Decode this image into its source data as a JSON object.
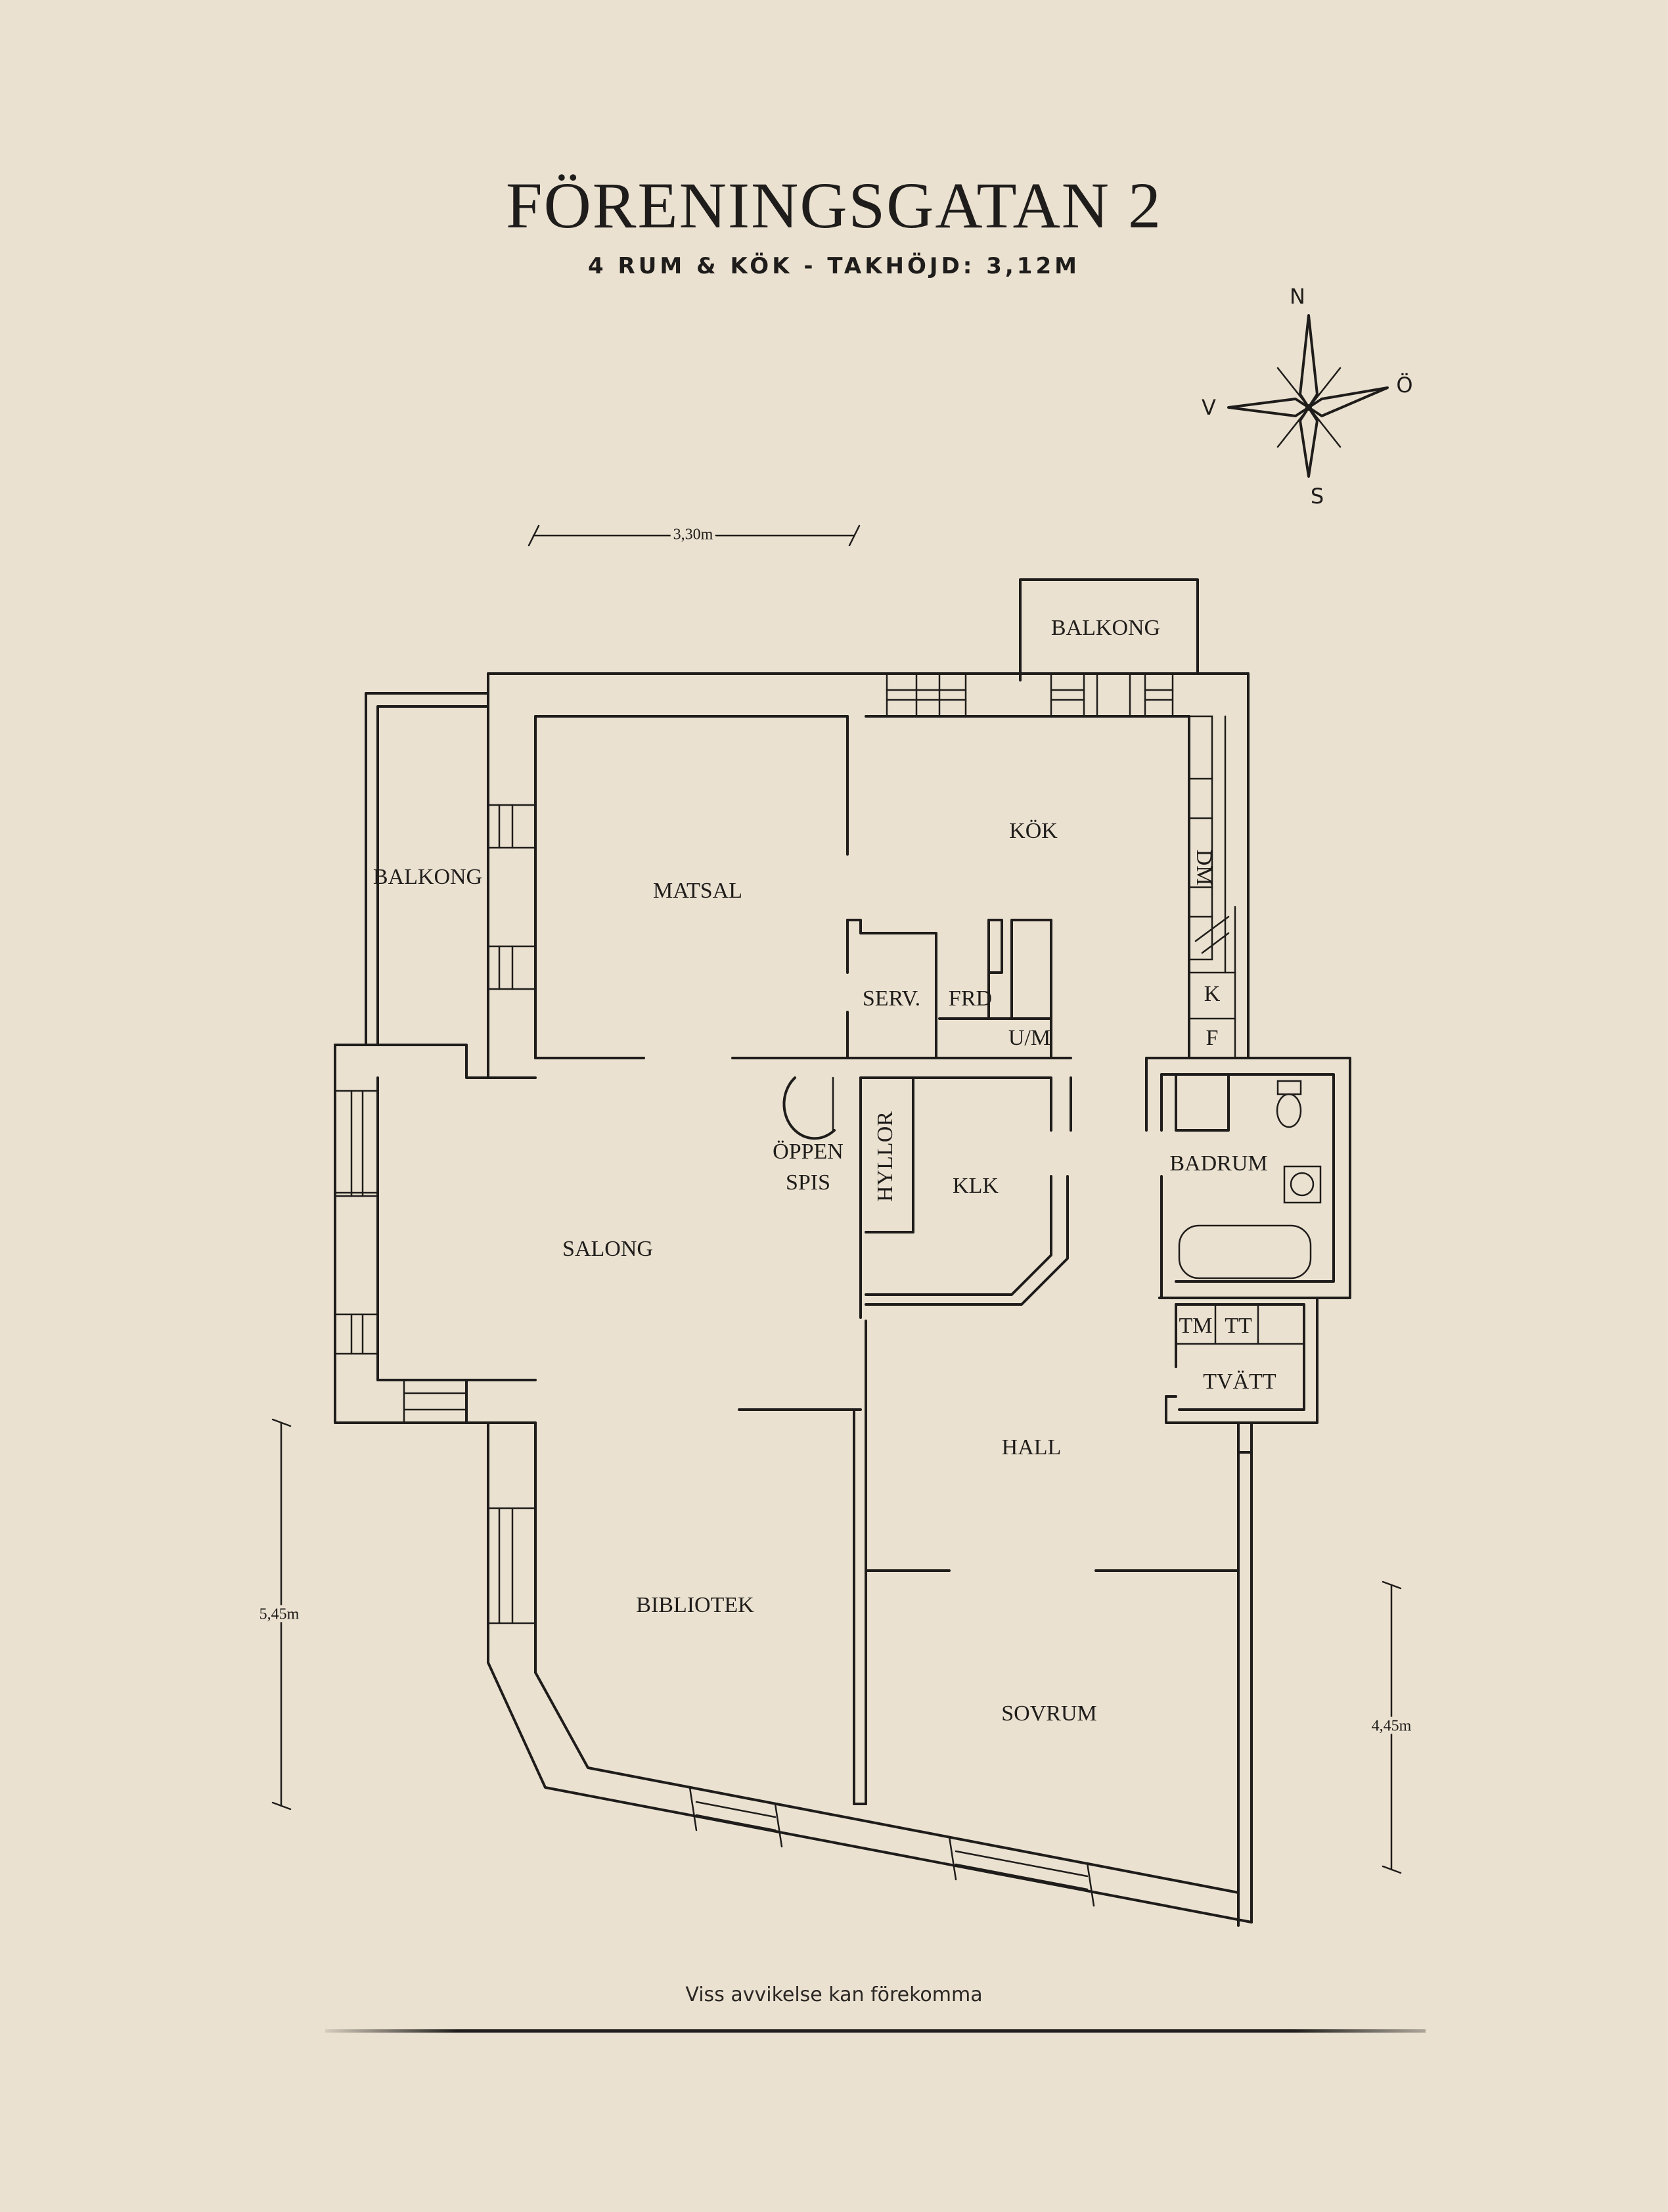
{
  "header": {
    "title": "FÖRENINGSGATAN 2",
    "subtitle": "4 RUM & KÖK  -  TAKHÖJD: 3,12M"
  },
  "compass": {
    "north": "N",
    "east": "Ö",
    "south": "S",
    "west": "V"
  },
  "dimensions": {
    "top_width": "3,30m",
    "left_height": "5,45m",
    "right_height": "4,45m"
  },
  "rooms": {
    "balkong_top": "BALKONG",
    "balkong_left": "BALKONG",
    "kok": "KÖK",
    "matsal": "MATSAL",
    "dm": "DM",
    "k": "K",
    "f": "F",
    "serv": "SERV.",
    "frd": "FRD",
    "um": "U/M",
    "oppen": "ÖPPEN",
    "spis": "SPIS",
    "hyllor": "HYLLOR",
    "klk": "KLK",
    "badrum": "BADRUM",
    "salong": "SALONG",
    "tm": "TM",
    "tt": "TT",
    "tvatt": "TVÄTT",
    "hall": "HALL",
    "bibliotek": "BIBLIOTEK",
    "sovrum": "SOVRUM"
  },
  "footer": {
    "note": "Viss avvikelse kan förekomma"
  }
}
